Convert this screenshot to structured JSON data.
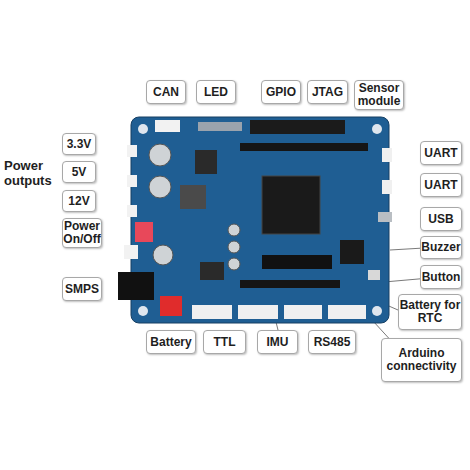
{
  "diagram": {
    "nodes": [
      {
        "text": [
          "CAN"
        ]
      },
      {
        "text": [
          "LED"
        ]
      },
      {
        "text": [
          "GPIO"
        ]
      },
      {
        "text": [
          "JTAG"
        ]
      },
      {
        "text": [
          "Sensor module"
        ]
      },
      {
        "text": [
          "3.3V"
        ]
      },
      {
        "text": [
          "5V"
        ]
      },
      {
        "text": [
          "12V"
        ]
      },
      {
        "text": [
          "Power On/Off"
        ]
      },
      {
        "text": [
          "SMPS"
        ]
      },
      {
        "text": [
          "UART"
        ]
      },
      {
        "text": [
          "UART"
        ]
      },
      {
        "text": [
          "USB"
        ]
      },
      {
        "text": [
          "Buzzer"
        ]
      },
      {
        "text": [
          "Button"
        ]
      },
      {
        "text": [
          "Battery for RTC"
        ]
      },
      {
        "text": [
          "Arduino connectivity"
        ]
      },
      {
        "text": [
          "Battery"
        ]
      },
      {
        "text": [
          "TTL"
        ]
      },
      {
        "text": [
          "IMU"
        ]
      },
      {
        "text": [
          "RS485"
        ]
      }
    ],
    "labels": [
      "Power outputs"
    ]
  }
}
